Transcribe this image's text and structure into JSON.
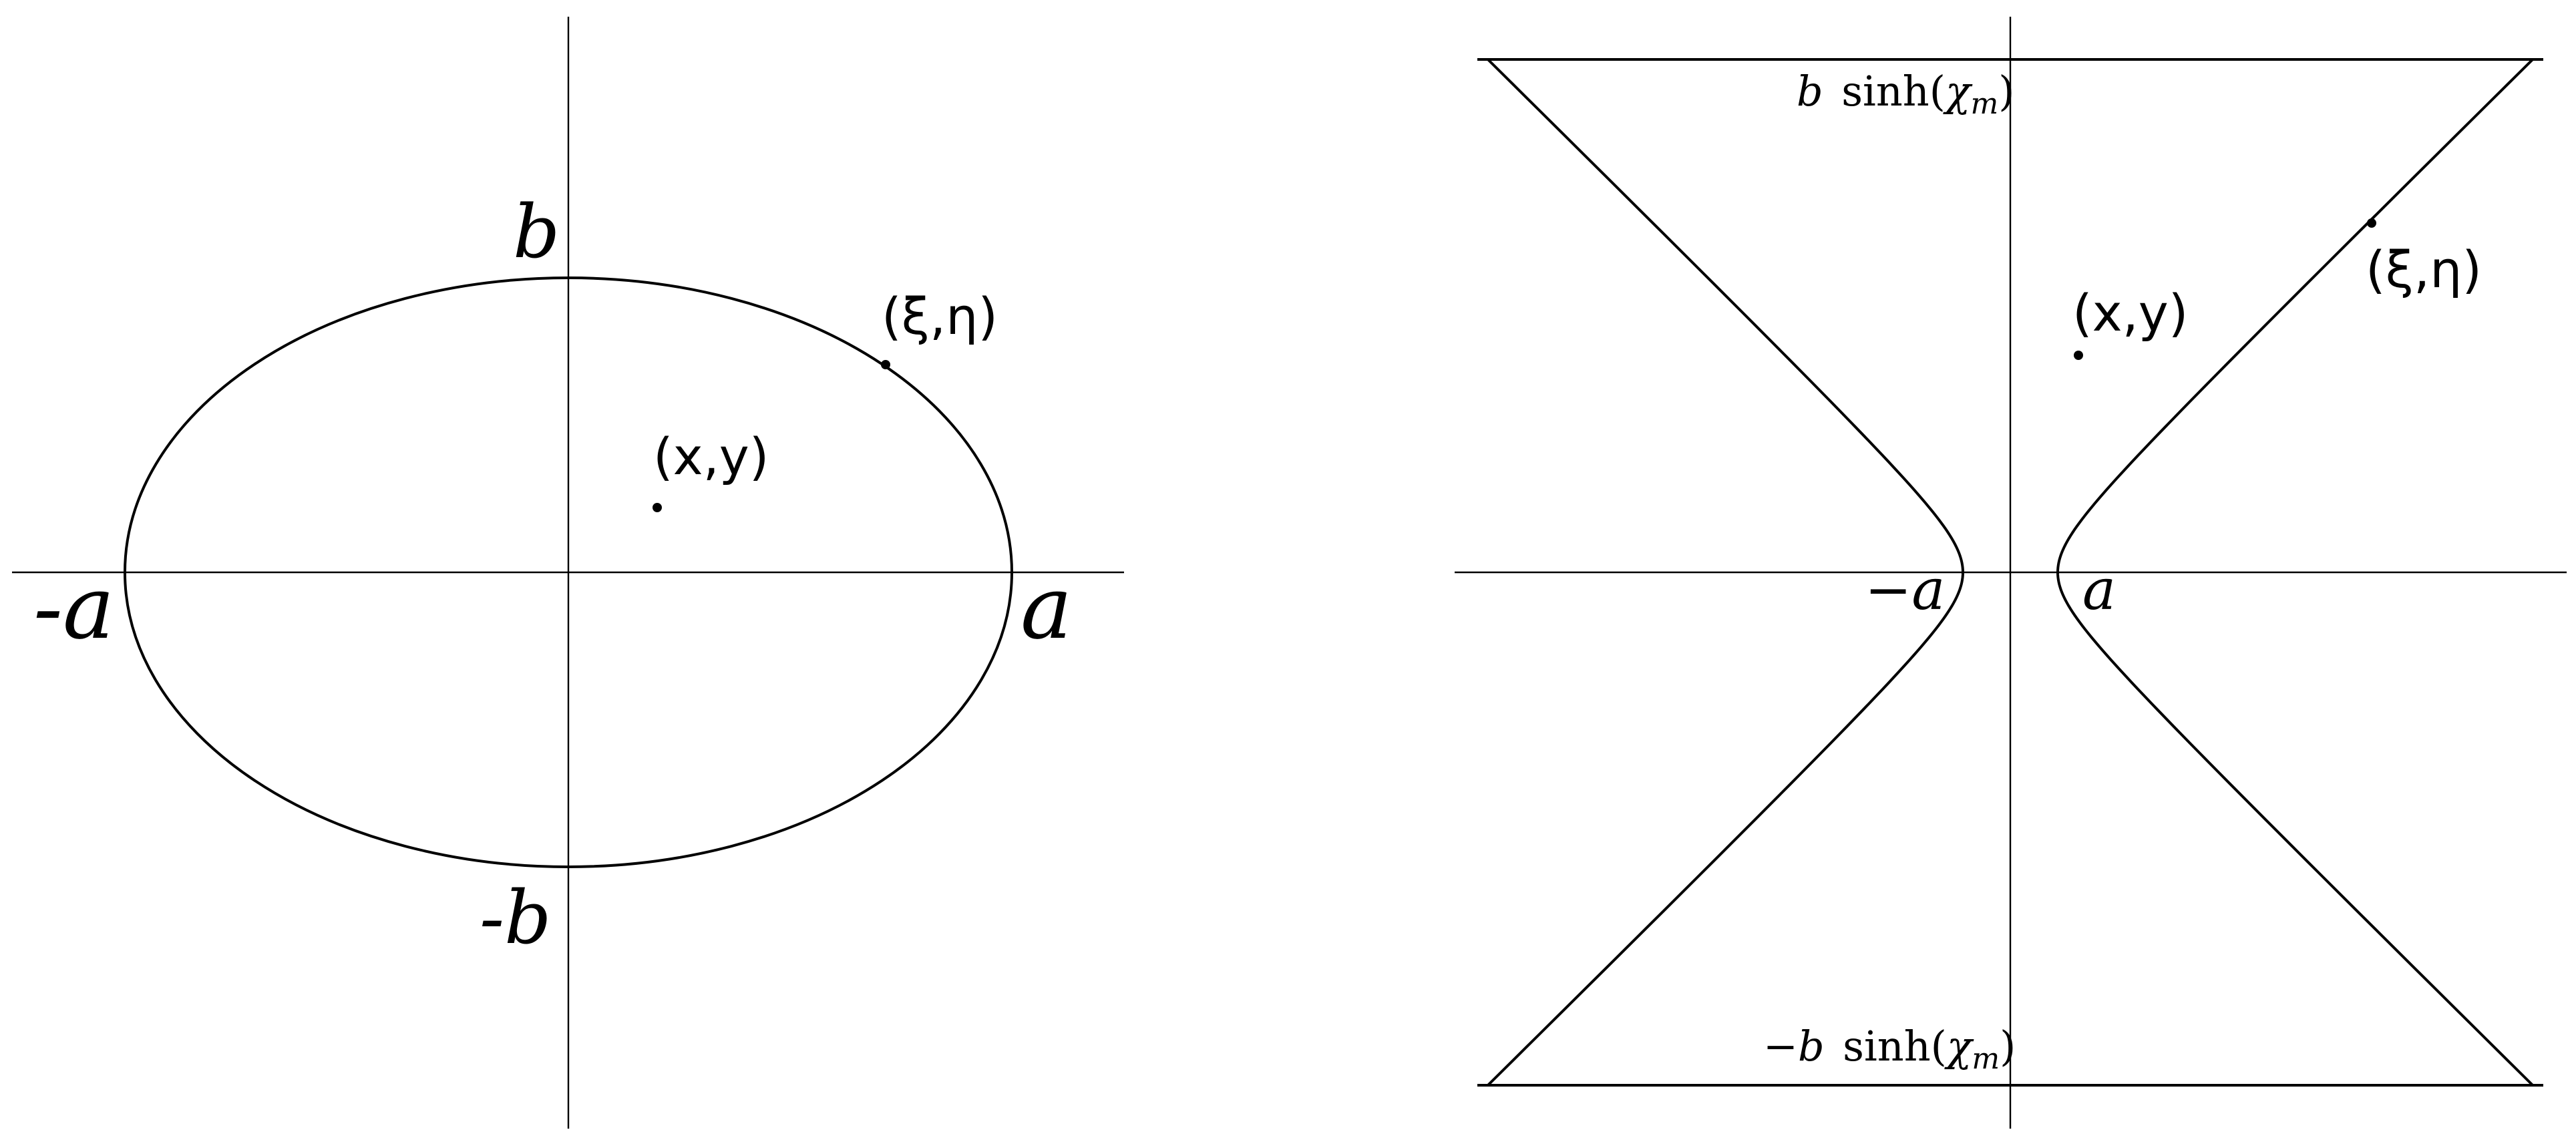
{
  "left_panel": {
    "label_b": "b",
    "label_neg_b": "-b",
    "label_a": "a",
    "label_neg_a": "-a",
    "point_boundary": "(ξ,η)",
    "point_interior": "(x,y)"
  },
  "right_panel": {
    "label_a": "a",
    "label_neg_a": "−a",
    "top_label": {
      "prefix": "b",
      "func": "sinh(",
      "chi": "χ",
      "sub": "m",
      "close": ")"
    },
    "bottom_label": {
      "prefix": "−b",
      "func": "sinh(",
      "chi": "χ",
      "sub": "m",
      "close": ")"
    },
    "point_boundary": "(ξ,η)",
    "point_interior": "(x,y)"
  }
}
